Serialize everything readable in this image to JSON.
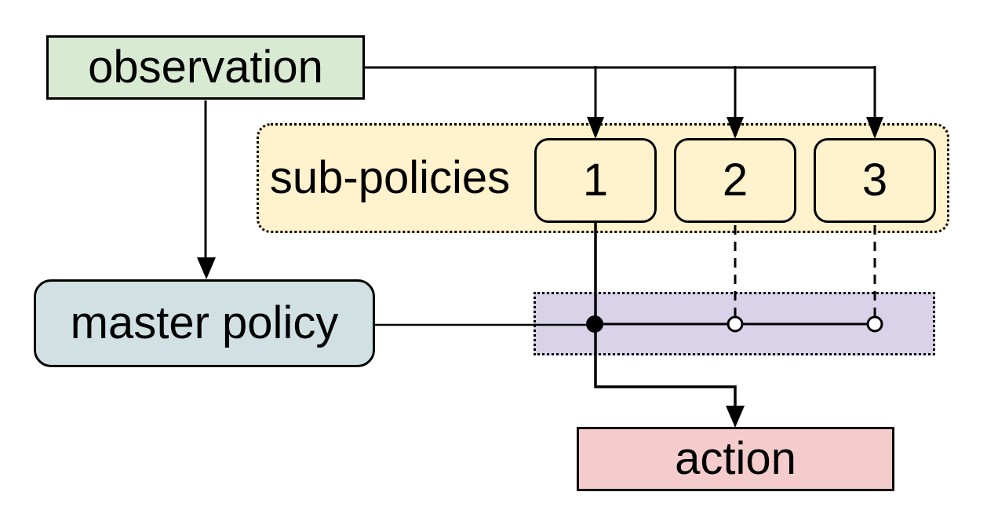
{
  "diagram": {
    "nodes": {
      "observation": {
        "label": "observation",
        "fill": "#d9ead3"
      },
      "sub_policies": {
        "label": "sub-policies",
        "fill": "#fff2cc",
        "items": [
          "1",
          "2",
          "3"
        ]
      },
      "master_policy": {
        "label": "master policy",
        "fill": "#d0e0e3"
      },
      "selector": {
        "fill": "#d9d2e9",
        "selected_option": "1",
        "options": [
          "1",
          "2",
          "3"
        ]
      },
      "action": {
        "label": "action",
        "fill": "#f4cccc"
      }
    },
    "edges": [
      {
        "from": "observation",
        "to": "master_policy",
        "style": "solid-arrow"
      },
      {
        "from": "observation",
        "to": "sub_policy_1",
        "style": "solid-arrow"
      },
      {
        "from": "observation",
        "to": "sub_policy_2",
        "style": "solid-arrow"
      },
      {
        "from": "observation",
        "to": "sub_policy_3",
        "style": "solid-arrow"
      },
      {
        "from": "master_policy",
        "to": "selector",
        "style": "solid-line"
      },
      {
        "from": "sub_policy_1",
        "to": "selector",
        "style": "solid-line",
        "terminal": "filled-dot"
      },
      {
        "from": "sub_policy_2",
        "to": "selector",
        "style": "dashed-line",
        "terminal": "open-dot"
      },
      {
        "from": "sub_policy_3",
        "to": "selector",
        "style": "dashed-line",
        "terminal": "open-dot"
      },
      {
        "from": "sub_policy_1",
        "to": "action",
        "style": "solid-arrow"
      }
    ],
    "line_color": "#000000"
  }
}
